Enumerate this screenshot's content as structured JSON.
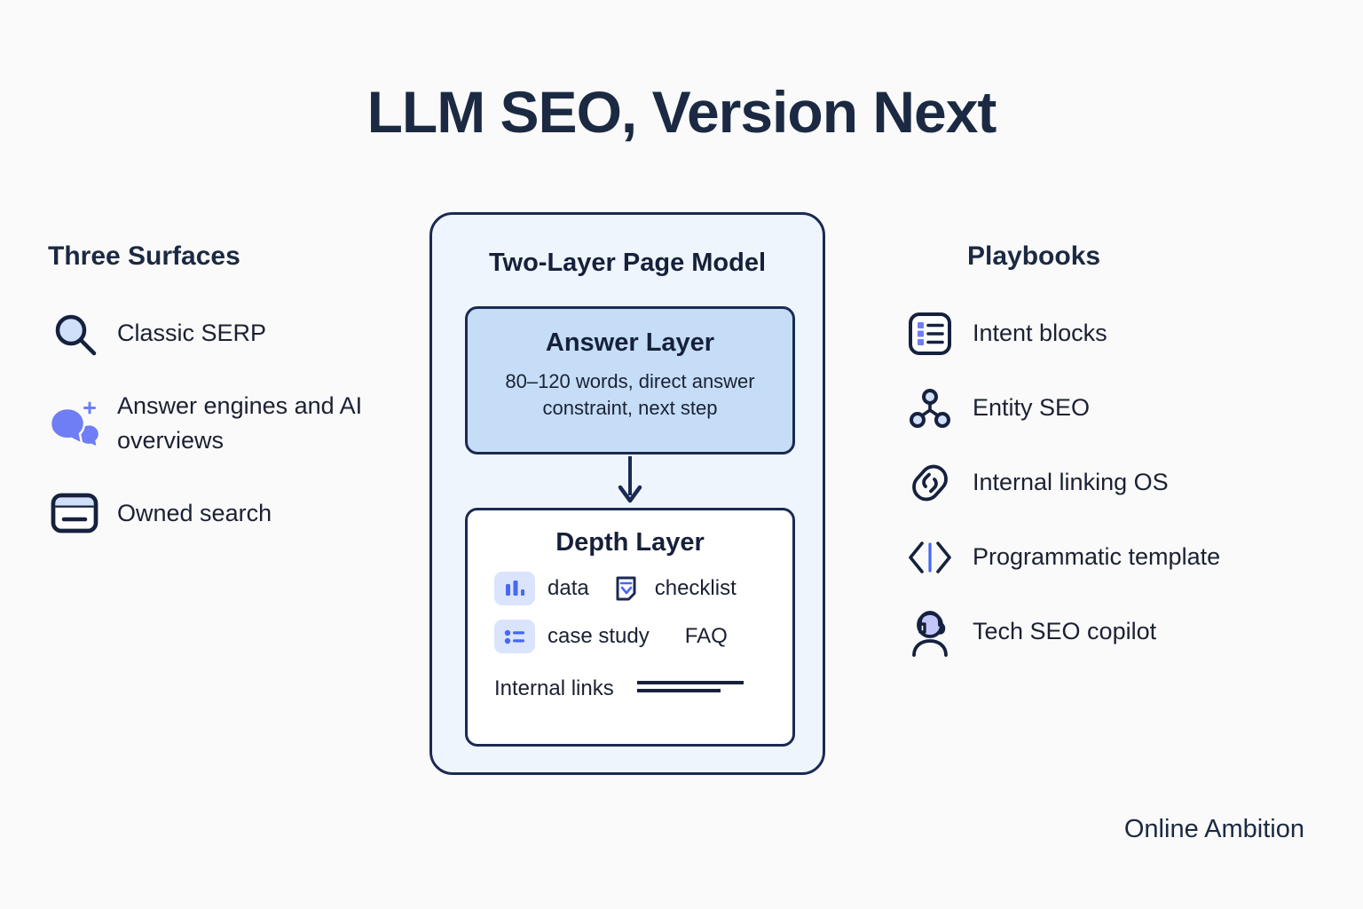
{
  "title": "LLM SEO, Version Next",
  "left_column": {
    "heading": "Three Surfaces",
    "items": [
      {
        "icon": "magnifier-icon",
        "label": "Classic SERP"
      },
      {
        "icon": "chat-bubbles-sparkle-icon",
        "label": "Answer engines and AI overviews"
      },
      {
        "icon": "search-card-icon",
        "label": "Owned search"
      }
    ]
  },
  "center_card": {
    "heading": "Two-Layer Page Model",
    "answer_layer": {
      "title": "Answer Layer",
      "subtitle": "80–120 words, direct answer constraint, next step"
    },
    "arrow": "arrow-down-icon",
    "depth_layer": {
      "title": "Depth Layer",
      "chips": [
        {
          "icon": "bar-chart-icon",
          "label": "data"
        },
        {
          "icon": "checklist-icon",
          "label": "checklist"
        },
        {
          "icon": "list-detail-icon",
          "label": "case study"
        },
        {
          "icon": "faq-text",
          "label": "FAQ"
        }
      ],
      "internal_links_label": "Internal links"
    }
  },
  "right_column": {
    "heading": "Playbooks",
    "items": [
      {
        "icon": "intent-blocks-icon",
        "label": "Intent blocks"
      },
      {
        "icon": "entity-graph-icon",
        "label": "Entity SEO"
      },
      {
        "icon": "link-chain-icon",
        "label": "Internal linking OS"
      },
      {
        "icon": "code-brackets-icon",
        "label": "Programmatic template"
      },
      {
        "icon": "headset-person-icon",
        "label": "Tech SEO copilot"
      }
    ]
  },
  "footer": "Online Ambition",
  "colors": {
    "background": "#fafafa",
    "ink": "#1b2a42",
    "navy": "#1b2a52",
    "card_bg": "#eef5fd",
    "answer_bg": "#c5ddf7",
    "accent_blue": "#4668f2",
    "periwinkle": "#6f7ef5",
    "pale_blue": "#cfe0f8",
    "chip_bg": "#dbe4fd"
  }
}
